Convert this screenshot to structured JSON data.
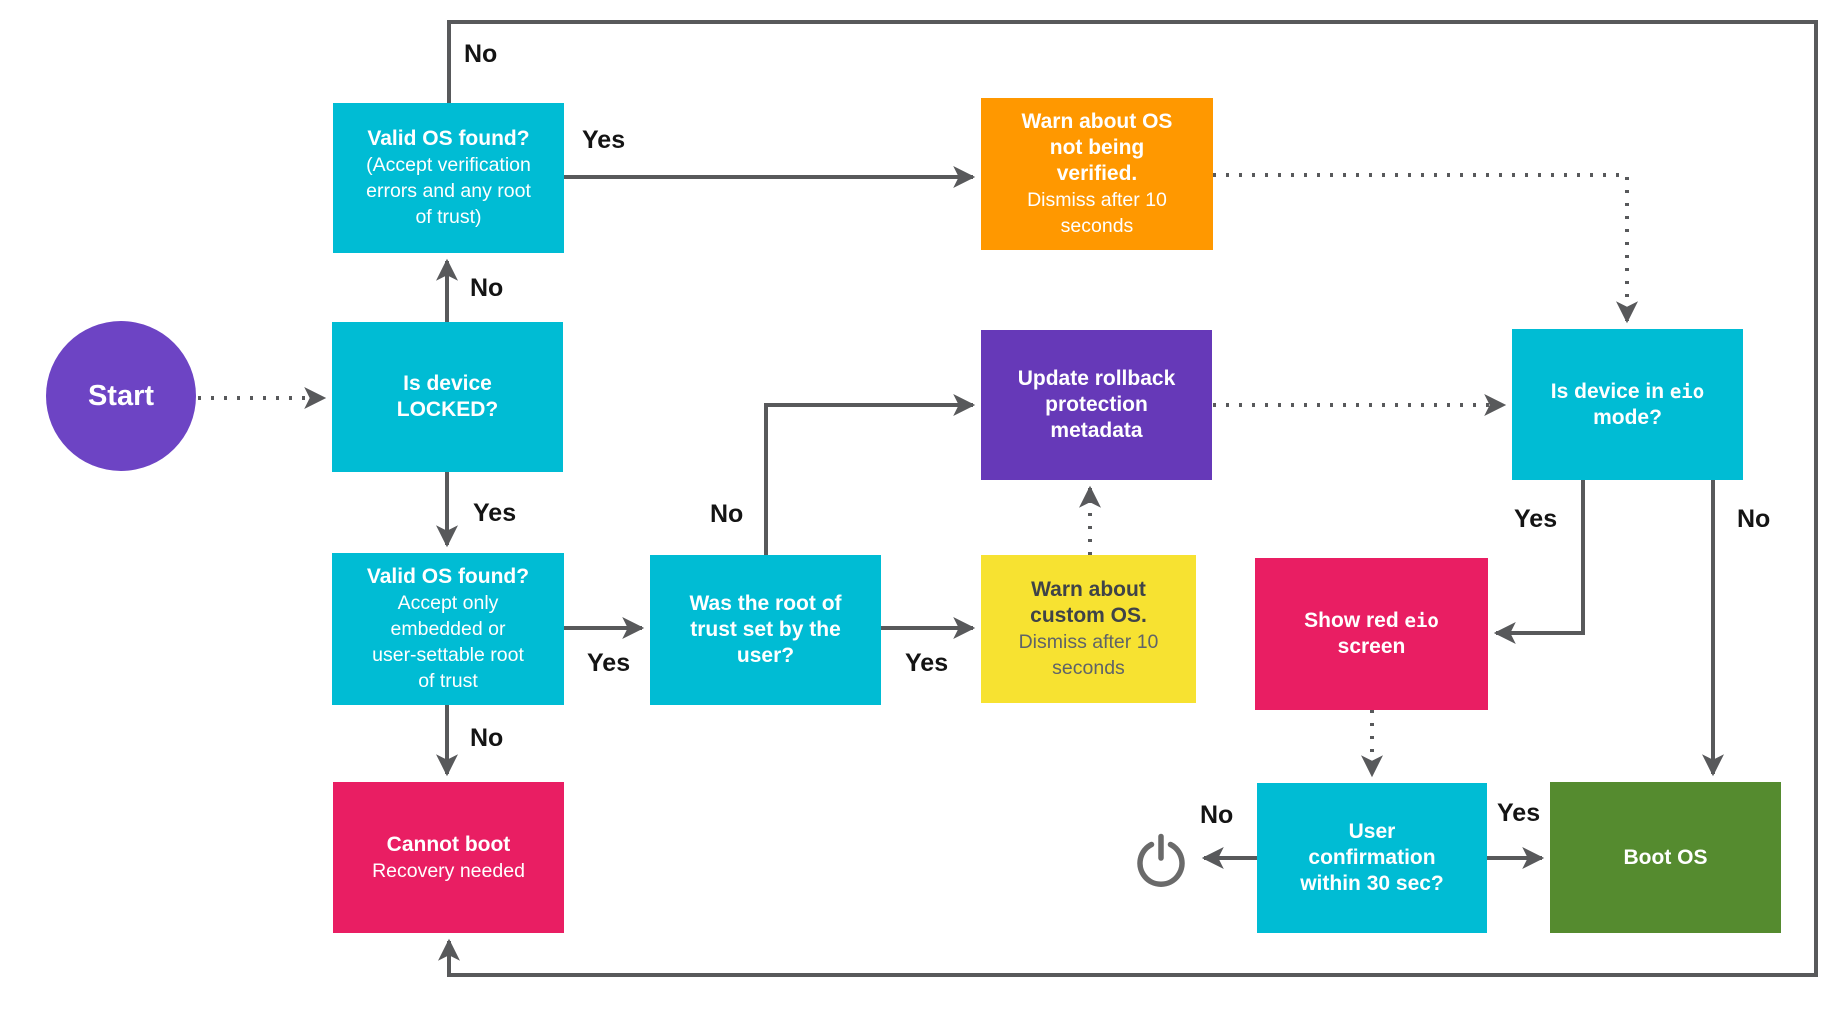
{
  "palette": {
    "node_cyan": "#00BCD4",
    "node_orange": "#FF9800",
    "node_purple": "#6639B8",
    "start_purple": "#6D44C4",
    "node_yellow": "#F7E231",
    "node_pink": "#E91E63",
    "node_green": "#558B2F",
    "connector_gray": "#58595B",
    "edge_label_black": "#141414"
  },
  "nodes": {
    "start": {
      "label": "Start"
    },
    "valid_os_unlocked": {
      "title": "Valid OS found?",
      "subtitle": "(Accept verification\nerrors and any root\nof trust)"
    },
    "warn_not_verified": {
      "title": "Warn about OS\nnot being\nverified.",
      "subtitle": "Dismiss after 10\nseconds"
    },
    "is_device_locked": {
      "title": "Is device\nLOCKED?"
    },
    "update_rollback": {
      "title": "Update rollback\nprotection\nmetadata"
    },
    "is_device_eio": {
      "title_prefix": "Is device in ",
      "title_mono": "eio",
      "title_suffix": "\nmode?"
    },
    "valid_os_locked": {
      "title": "Valid OS found?",
      "subtitle": "Accept only\nembedded or\nuser-settable root\nof trust"
    },
    "was_root_of_trust": {
      "title": "Was the root of\ntrust set by the\nuser?"
    },
    "warn_custom_os": {
      "title": "Warn about\ncustom OS.",
      "subtitle": "Dismiss after 10\nseconds"
    },
    "show_red_eio": {
      "title_prefix": "Show red ",
      "title_mono": "eio",
      "title_suffix": "\nscreen"
    },
    "cannot_boot": {
      "title": "Cannot boot",
      "subtitle": "Recovery needed"
    },
    "user_confirmation": {
      "title": "User\nconfirmation\nwithin 30 sec?"
    },
    "boot_os": {
      "title": "Boot OS"
    }
  },
  "edge_labels": {
    "valid_os_unlocked_no": "No",
    "valid_os_unlocked_yes": "Yes",
    "is_device_locked_no": "No",
    "is_device_locked_yes": "Yes",
    "valid_os_locked_yes": "Yes",
    "valid_os_locked_no": "No",
    "was_root_no": "No",
    "was_root_yes": "Yes",
    "eio_yes": "Yes",
    "eio_no": "No",
    "user_confirmation_no": "No",
    "user_confirmation_yes": "Yes"
  },
  "icons": {
    "power": "power-icon"
  }
}
